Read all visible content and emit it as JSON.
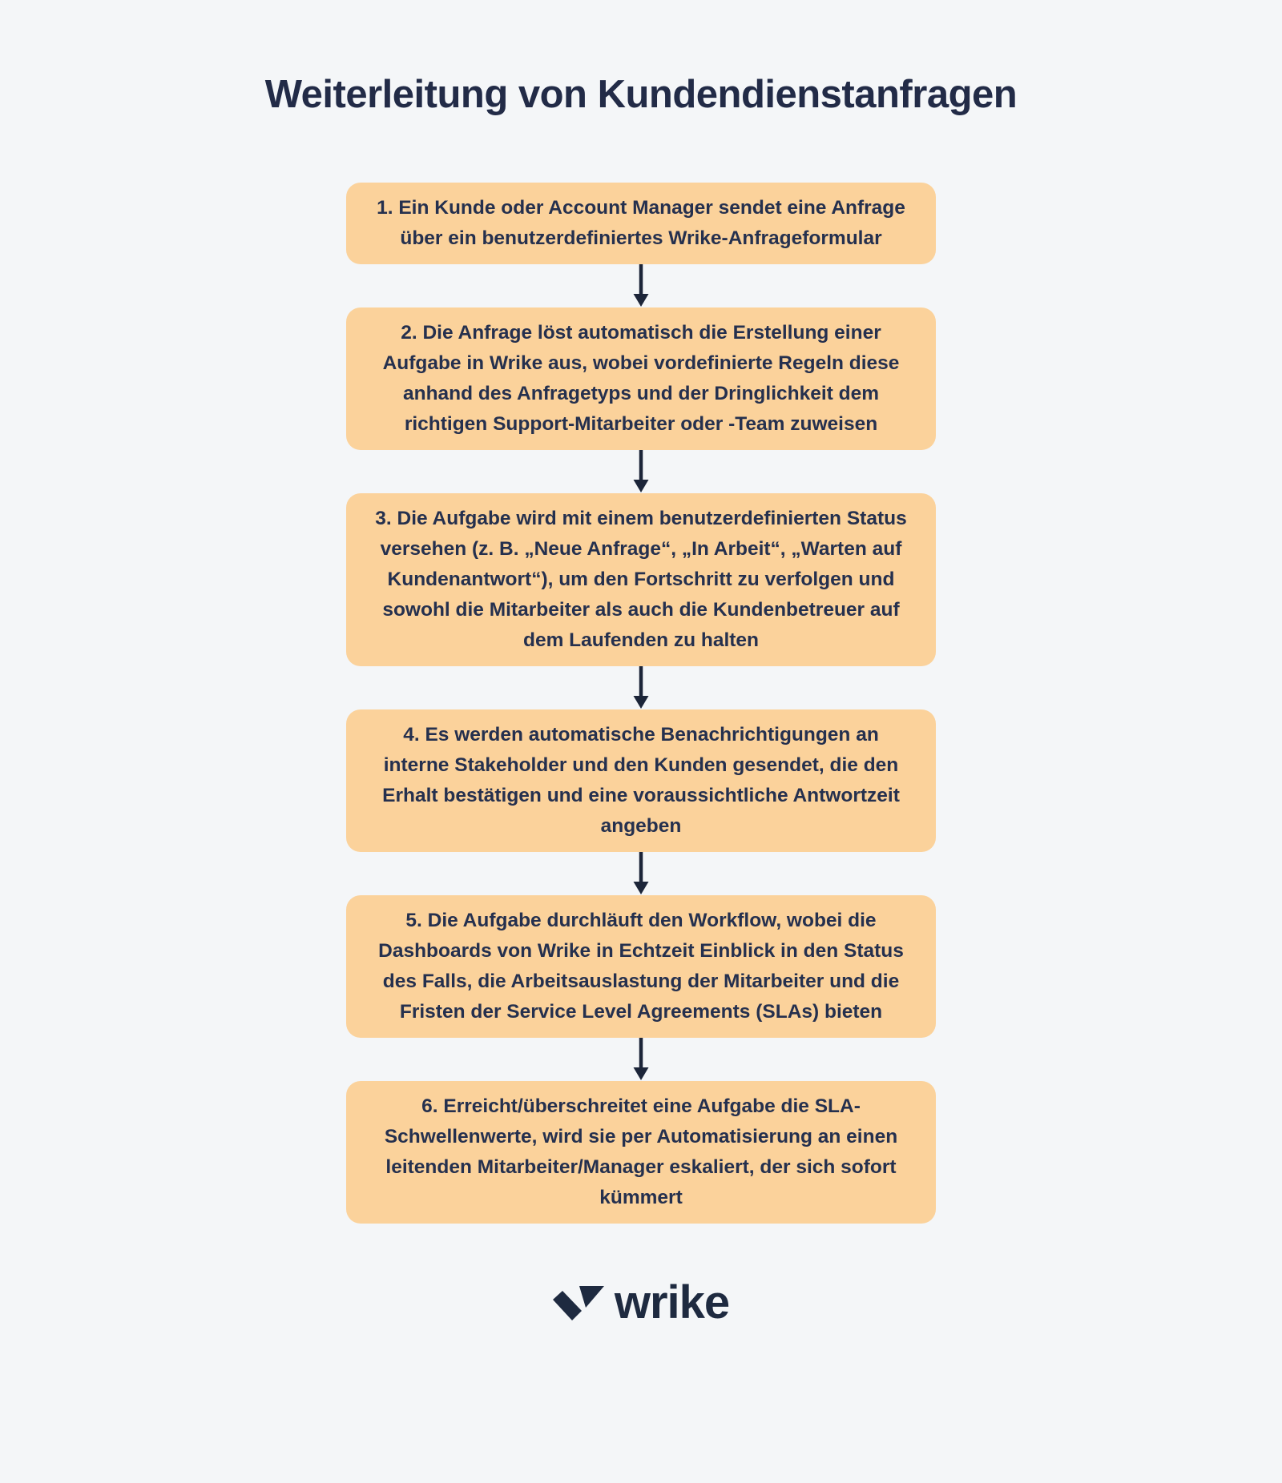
{
  "title": "Weiterleitung von Kundendienstanfragen",
  "steps": [
    {
      "text": "1. Ein Kunde oder Account Manager sendet eine Anfrage über ein benutzerdefiniertes Wrike-Anfrageformular"
    },
    {
      "text": "2. Die Anfrage löst automatisch die Erstellung einer Aufgabe in Wrike aus, wobei vordefinierte Regeln diese anhand des Anfragetyps und der Dringlichkeit dem richtigen Support-Mitarbeiter oder -Team zuweisen"
    },
    {
      "text": "3. Die Aufgabe wird mit einem benutzerdefinierten Status versehen (z. B. „Neue Anfrage“, „In Arbeit“, „Warten auf Kundenantwort“), um den Fortschritt zu verfolgen und sowohl die Mitarbeiter als auch die Kundenbetreuer auf dem Laufenden zu halten"
    },
    {
      "text": "4. Es werden automatische Benachrichtigungen an interne Stakeholder und den Kunden gesendet, die den Erhalt bestätigen und eine voraussichtliche Antwortzeit angeben"
    },
    {
      "text": "5. Die Aufgabe durchläuft den Workflow, wobei die Dashboards von Wrike in Echtzeit Einblick in den Status des Falls, die Arbeitsauslastung der Mitarbeiter und die Fristen der Service Level Agreements (SLAs) bieten"
    },
    {
      "text": "6. Erreicht/überschreitet eine Aufgabe die SLA-Schwellenwerte, wird sie per Automatisierung an einen leitenden Mitarbeiter/Manager eskaliert, der sich sofort kümmert"
    }
  ],
  "logo": {
    "brand": "wrike"
  },
  "colors": {
    "background": "#F4F6F8",
    "box_fill": "#FBD29B",
    "text": "#25304E",
    "title_text": "#222B47",
    "arrow": "#1C2539",
    "logo": "#1E2A40"
  }
}
